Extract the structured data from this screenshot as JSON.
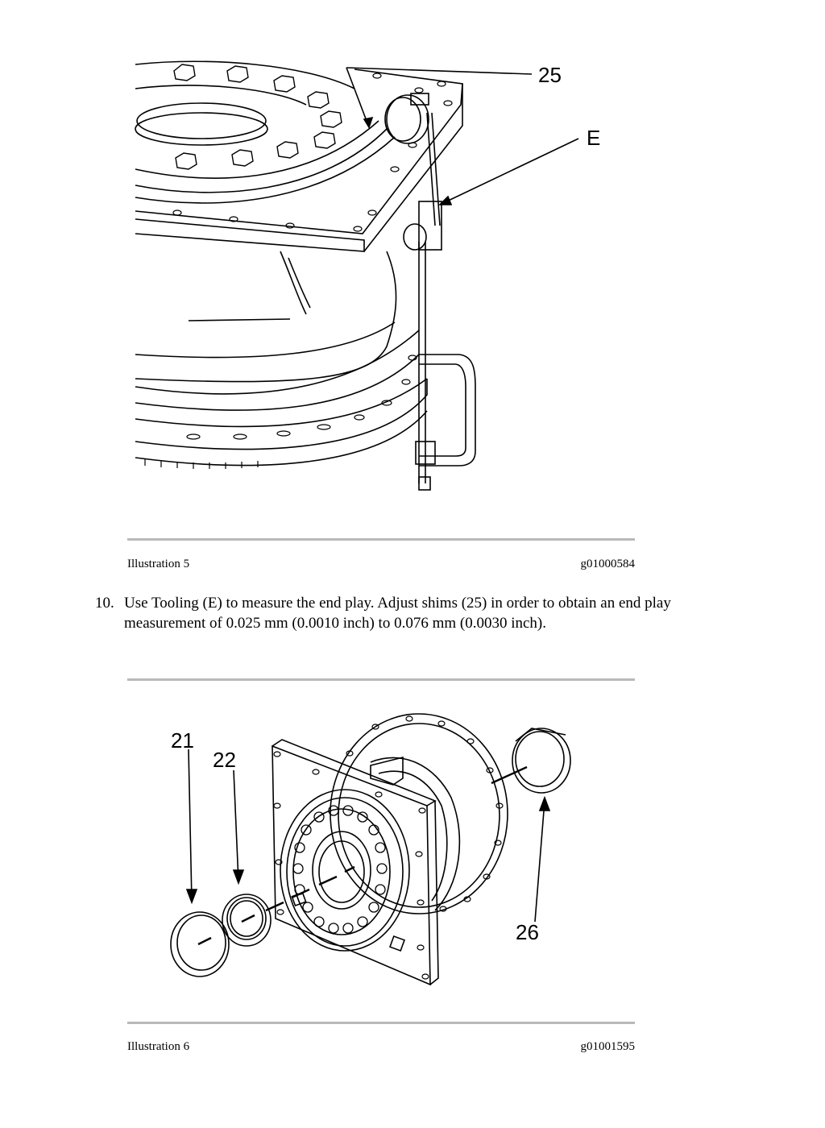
{
  "figure1": {
    "callouts": [
      "25",
      "E"
    ],
    "caption_label": "Illustration 5",
    "caption_id": "g01000584"
  },
  "step": {
    "number": "10.",
    "text": "Use Tooling (E) to measure the end play. Adjust shims (25) in order to obtain an end play measurement of 0.025 mm (0.0010 inch) to 0.076 mm (0.0030 inch)."
  },
  "figure2": {
    "callouts": [
      "21",
      "22",
      "26"
    ],
    "caption_label": "Illustration 6",
    "caption_id": "g01001595"
  }
}
